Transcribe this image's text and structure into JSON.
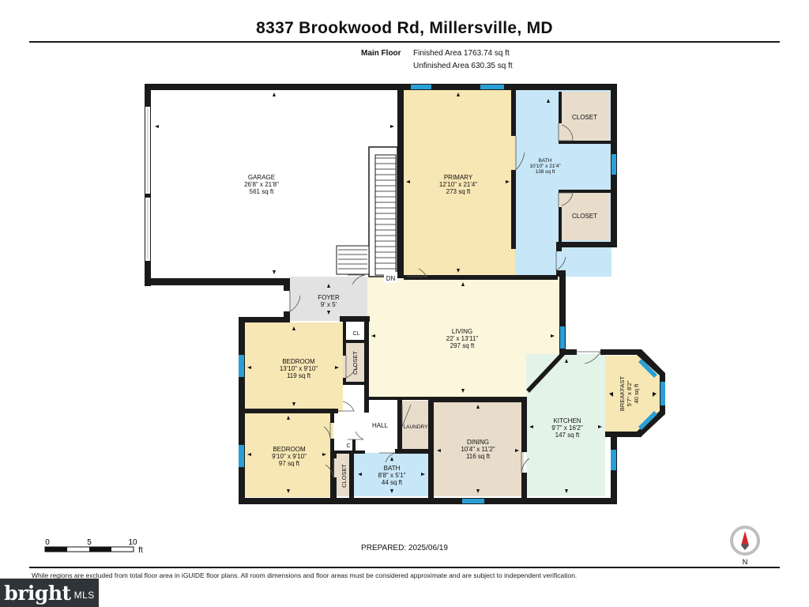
{
  "header": {
    "title": "8337 Brookwood Rd, Millersville, MD",
    "floor_label": "Main Floor",
    "finished_area": "Finished Area 1763.74 sq ft",
    "unfinished_area": "Unfinished Area 630.35 sq ft"
  },
  "rooms": {
    "garage": {
      "name": "GARAGE",
      "dims": "26'8\" x 21'8\"",
      "area": "561 sq ft"
    },
    "primary": {
      "name": "PRIMARY",
      "dims": "12'10\" x 21'4\"",
      "area": "273 sq ft"
    },
    "bath_primary": {
      "name": "BATH",
      "dims": "10'10\" x 21'4\"",
      "area": "138 sq ft"
    },
    "closet_top": {
      "name": "CLOSET"
    },
    "closet_mid": {
      "name": "CLOSET"
    },
    "foyer": {
      "name": "FOYER",
      "dims": "9' x 5'"
    },
    "living": {
      "name": "LIVING",
      "dims": "22' x 13'11\"",
      "area": "297 sq ft"
    },
    "bedroom1": {
      "name": "BEDROOM",
      "dims": "13'10\" x 9'10\"",
      "area": "119 sq ft"
    },
    "bedroom2": {
      "name": "BEDROOM",
      "dims": "9'10\" x 9'10\"",
      "area": "97 sq ft"
    },
    "closet_bed1": {
      "name": "CLOSET"
    },
    "closet_bed2": {
      "name": "CLOSET"
    },
    "cl_small": {
      "name": "CL"
    },
    "c_small": {
      "name": "C"
    },
    "hall": {
      "name": "HALL"
    },
    "laundry": {
      "name": "LAUNDRY"
    },
    "bath2": {
      "name": "BATH",
      "dims": "8'8\" x 5'1\"",
      "area": "44 sq ft"
    },
    "dining": {
      "name": "DINING",
      "dims": "10'4\" x 11'2\"",
      "area": "116 sq ft"
    },
    "kitchen": {
      "name": "KITCHEN",
      "dims": "9'7\" x 16'2\"",
      "area": "147 sq ft"
    },
    "breakfast": {
      "name": "BREAKFAST",
      "dims": "5'7\" x 8'2\"",
      "area": "40 sq ft"
    },
    "stairs": {
      "label": "DN"
    }
  },
  "scale": {
    "ticks": [
      "0",
      "5",
      "10"
    ],
    "unit": "ft"
  },
  "prepared": "PREPARED: 2025/06/19",
  "compass": {
    "label": "N"
  },
  "disclaimer": "While regions are excluded from total floor area in iGUIDE floor plans. All room dimensions and floor areas must be considered approximate and are subject to independent verification.",
  "badge": {
    "brand": "bright",
    "suffix": "MLS"
  },
  "colors": {
    "garage": "#ffffff",
    "primary": "#f7e7b4",
    "bath": "#c7e6f7",
    "closet": "#e8dccb",
    "foyer": "#e2e2e2",
    "living": "#fbf6dc",
    "bedroom": "#f7e7b4",
    "hall": "#ffffff",
    "dining": "#e8dccb",
    "kitchen": "#e4f3e8",
    "wall": "#1a1a1a",
    "window": "#2a9fd6",
    "badge": "#2f3438"
  }
}
